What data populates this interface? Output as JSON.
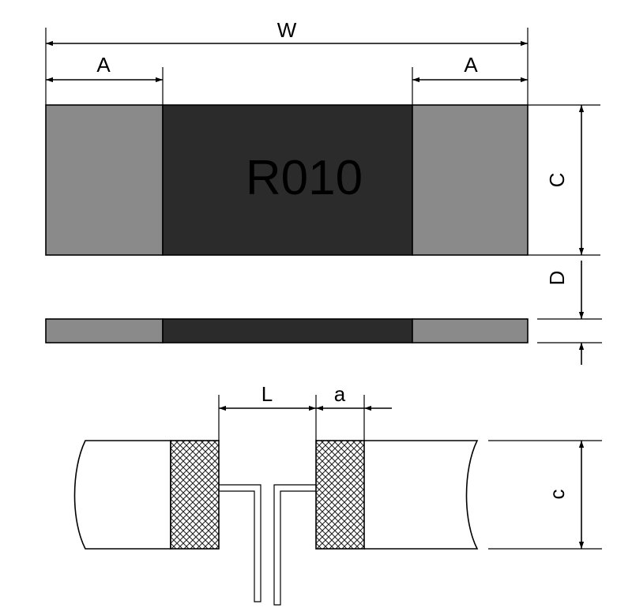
{
  "marking": "R010",
  "dimensions": {
    "W": "W",
    "A_left": "A",
    "A_right": "A",
    "C": "C",
    "D": "D",
    "L": "L",
    "a": "a",
    "c": "c"
  },
  "colors": {
    "terminal": "#8a8a8a",
    "body": "#2b2b2b",
    "outline": "#000000",
    "background": "#ffffff"
  }
}
